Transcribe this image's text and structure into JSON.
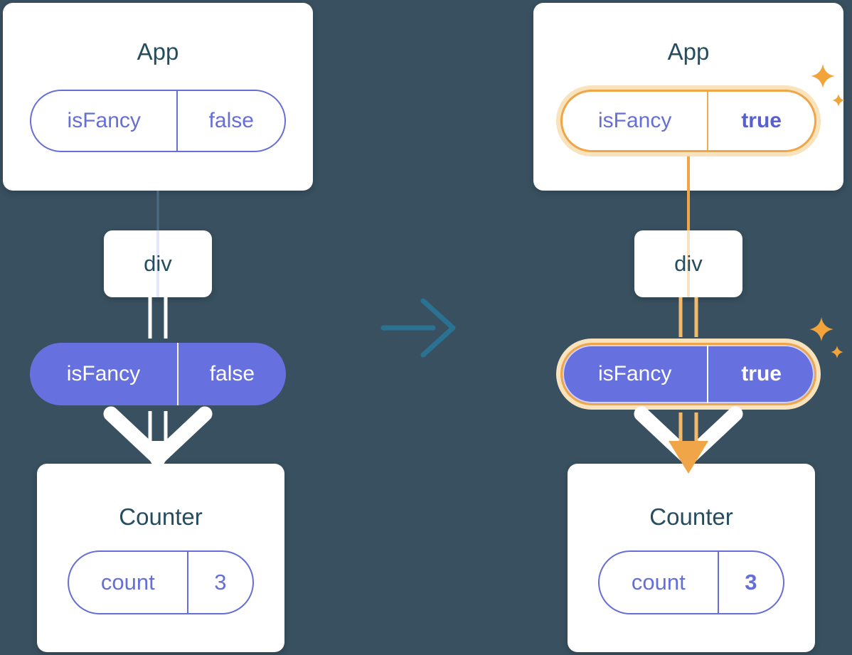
{
  "colors": {
    "background": "#38505F",
    "card": "#FFFFFF",
    "heading_text": "#254D60",
    "purple": "#666FD6",
    "purple_bold": "#575FD1",
    "solid_pill": "#6770DF",
    "highlight_orange": "#F0A648",
    "highlight_halo": "#F9E3BC",
    "sparkle": "#F2A43B",
    "flow_line": "#FFFFFF",
    "transition_arrow": "#2B7191"
  },
  "left": {
    "app": {
      "title": "App",
      "prop_name": "isFancy",
      "prop_value": "false"
    },
    "div_label": "div",
    "props_pill": {
      "name": "isFancy",
      "value": "false"
    },
    "counter": {
      "title": "Counter",
      "state_name": "count",
      "state_value": "3"
    }
  },
  "right": {
    "app": {
      "title": "App",
      "prop_name": "isFancy",
      "prop_value": "true"
    },
    "div_label": "div",
    "props_pill": {
      "name": "isFancy",
      "value": "true"
    },
    "counter": {
      "title": "Counter",
      "state_name": "count",
      "state_value": "3"
    }
  },
  "icons": {
    "transition_arrow": "right-arrow",
    "sparkle": "four-point-sparkle"
  }
}
